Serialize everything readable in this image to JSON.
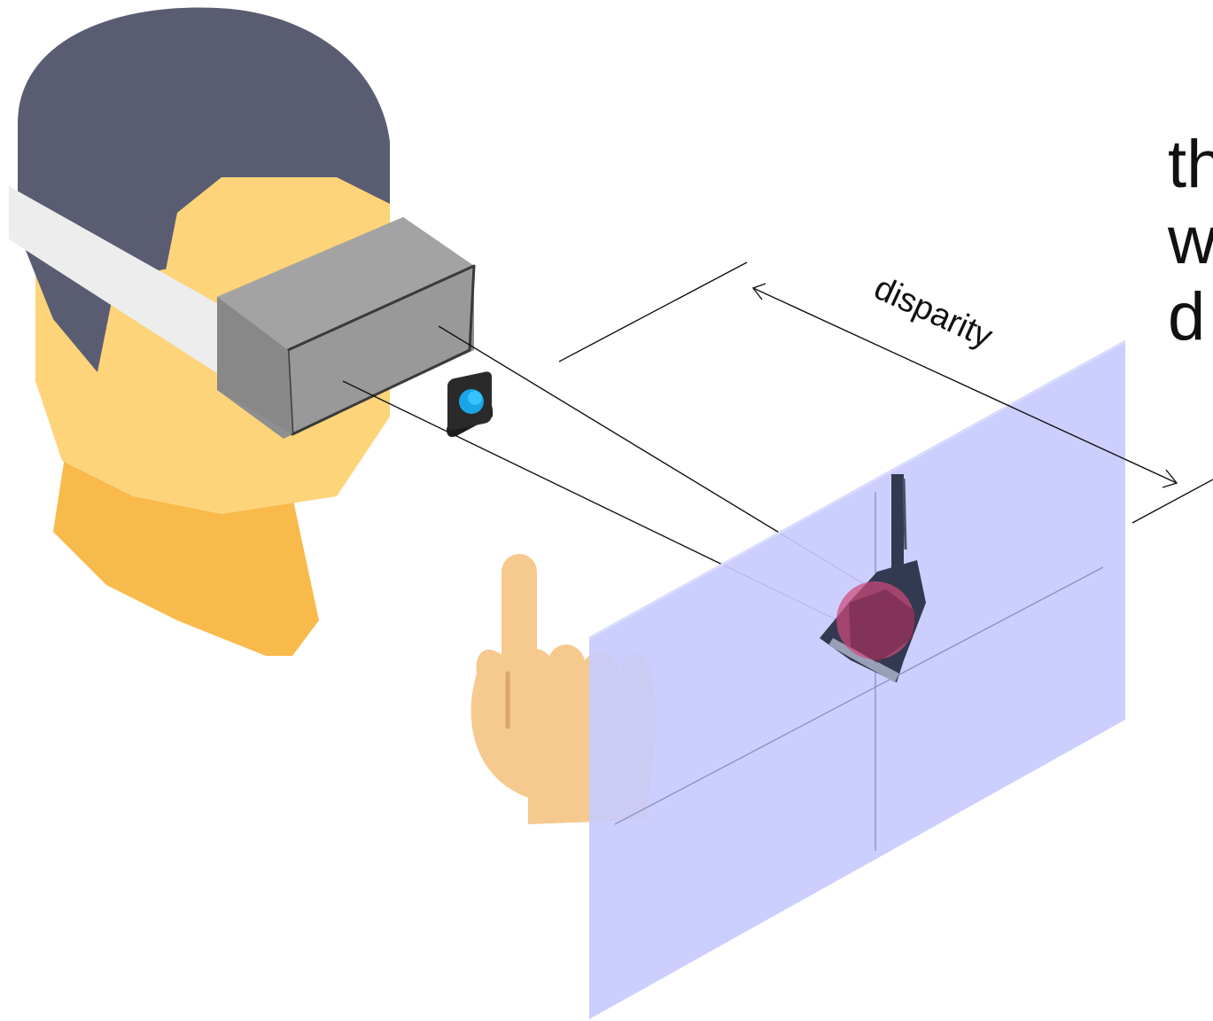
{
  "labels": {
    "disparity": "disparity",
    "side_text_lines": [
      "th",
      "w",
      "d"
    ]
  },
  "colors": {
    "hair": "#5a5d72",
    "skin": "#fdd47a",
    "neck": "#f8ba4a",
    "headset": "#9a9a9a",
    "strap": "#ededed",
    "screen_plane": "#c8cbfd",
    "finger": "#f6c98f",
    "pink_disc": "#cd4a7a",
    "button_blue": "#1aa5e8"
  },
  "icons": [
    "controller-button-icon",
    "hand-pointer-icon",
    "virtual-object-icon"
  ]
}
